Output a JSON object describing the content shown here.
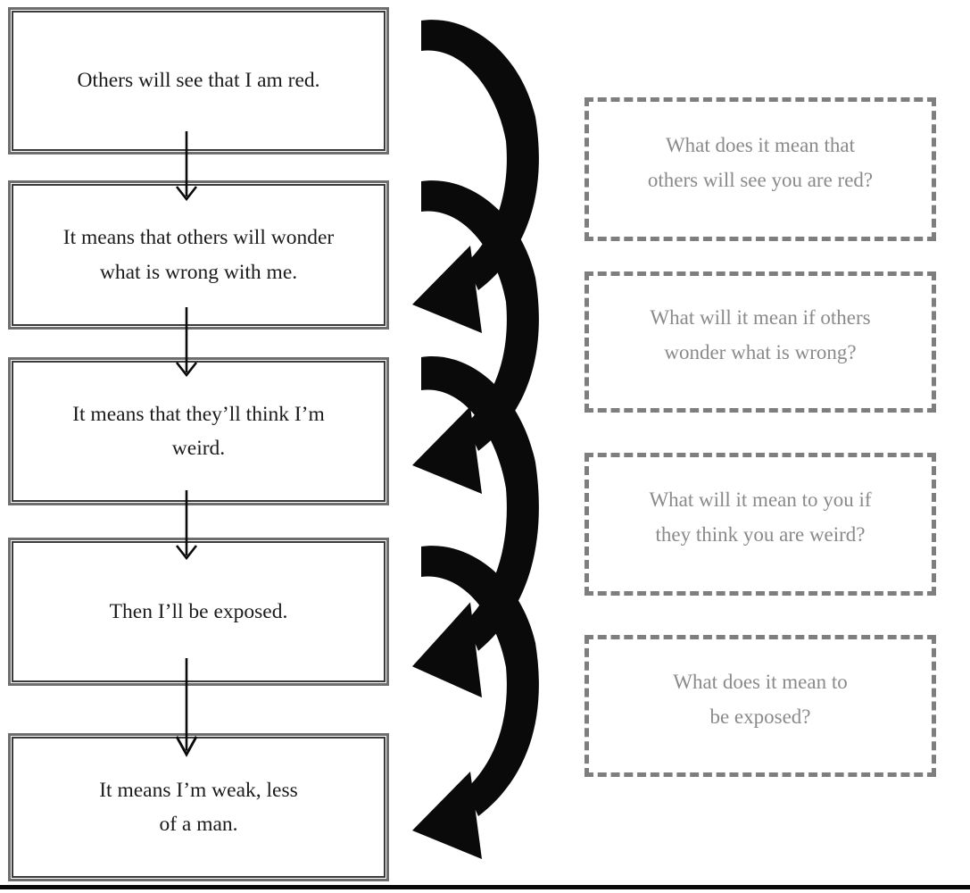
{
  "diagram": {
    "name": "downward-arrow-flowchart",
    "statements": [
      {
        "text": "Others will see that I am red."
      },
      {
        "text": "It means that others will wonder\nwhat is wrong with me."
      },
      {
        "text": "It means that they’ll think I’m\nweird."
      },
      {
        "text": "Then I’ll be exposed."
      },
      {
        "text": "It means I’m weak, less\nof a man."
      }
    ],
    "questions": [
      {
        "text": "What does it mean that\nothers will see you are red?"
      },
      {
        "text": "What will it mean if others\nwonder what is wrong?"
      },
      {
        "text": "What will it mean to you if\nthey think you are weird?"
      },
      {
        "text": "What does it mean to\nbe exposed?"
      }
    ],
    "connections": {
      "vertical_arrows": "each statement box points down to the next statement box",
      "curved_arrows": "four thick black arcs sweep from the right side down-left into statement boxes 2-5"
    },
    "colors": {
      "background": "#ffffff",
      "statement_border_outer": "#6e6e6e",
      "statement_border_inner": "#3a3a3a",
      "statement_text": "#1b1b1b",
      "question_border": "#7e7e7e",
      "question_text": "#8a8a8a",
      "arrow": "#0a0a0a"
    }
  }
}
